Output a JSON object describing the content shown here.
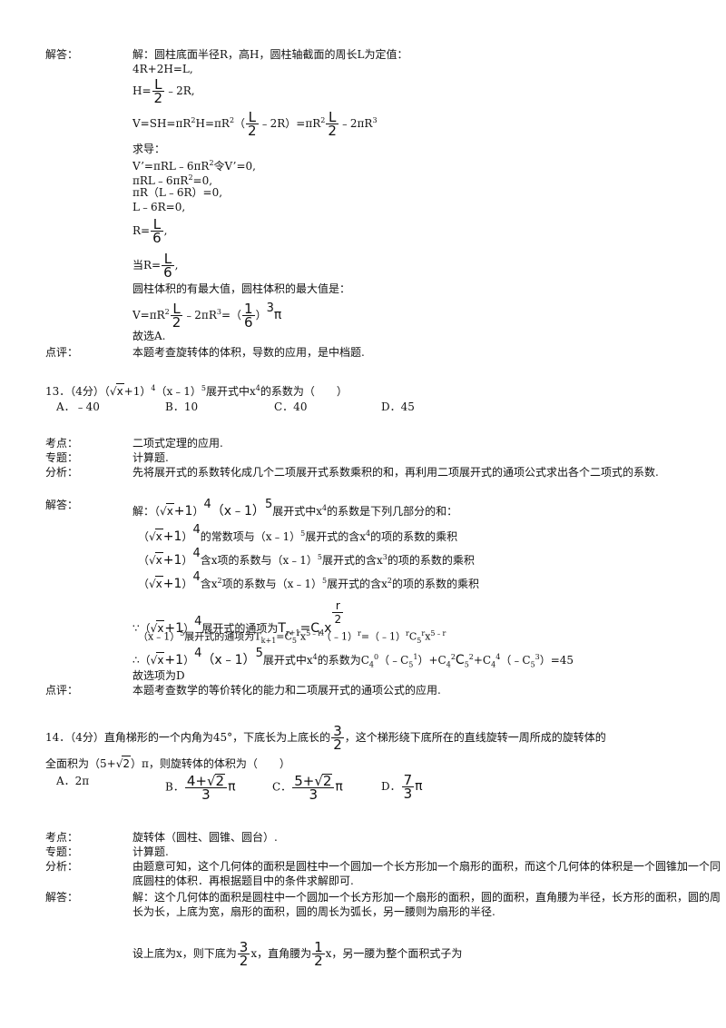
{
  "labels": {
    "answer": "解答：",
    "comment": "点评：",
    "point": "考点：",
    "topic": "专题：",
    "analysis": "分析："
  },
  "q12": {
    "l1": "解：圆柱底面半径R，高H，圆柱轴截面的周长L为定值：",
    "l2": "4R+2H=L,",
    "h_pre": "H=",
    "h_post": "﹣2R,",
    "v_a": "V=SH=πR",
    "v_b": "H=πR",
    "v_c": "（",
    "v_d": "﹣2R）=πR",
    "v_e": "﹣2πR",
    "seek": "求导：",
    "d1": "V’=πRL﹣6πR",
    "d1b": "令V’=0,",
    "d2": "πRL﹣6πR",
    "d2b": "=0,",
    "d3": "πR（L﹣6R）=0,",
    "d4": "L﹣6R=0,",
    "r_pre": "R=",
    "r2_pre": "当R=",
    "max": "圆柱体积的有最大值，圆柱体积的最大值是：",
    "vmax_a": "V=πR",
    "vmax_b": "﹣2πR",
    "vmax_c": "=（",
    "vmax_d": "）",
    "pi": "π",
    "choose": "故选A.",
    "comment": "本题考查旋转体的体积，导数的应用，是中档题.",
    "frac_L": "L",
    "frac_2": "2",
    "frac_1": "1",
    "frac_6": "6",
    "exp2": "2",
    "exp3": "3"
  },
  "q13": {
    "head_a": "13．（4分）（",
    "head_b": "x",
    "head_c": "+1）",
    "head_d": "（x﹣1）",
    "head_e": "展开式中x",
    "head_f": "的系数为（　　）",
    "opts": [
      "A．﹣40",
      "B．10",
      "C．40",
      "D．45"
    ],
    "point": "二项式定理的应用.",
    "topic": "计算题.",
    "analysis": "先将展开式的系数转化成几个二项展开式系数乘积的和，再利用二项展开式的通项公式求出各个二项式的系数.",
    "s1a": "解：",
    "s1b": "展开式中x",
    "s1c": "的系数是下列几部分的和：",
    "s2": "的常数项与（x﹣1）",
    "s2b": "展开式的含x",
    "s2c": "的项的系数的乘积",
    "s3": "含x项的系数与（x﹣1）",
    "s3b": "展开式的含x",
    "s3c": "的项的系数的乘积",
    "s4": "含x",
    "s4b": "项的系数与（x﹣1）",
    "s4c": "展开式的含x",
    "s4d": "的项的系数的乘积",
    "because": "∵",
    "gen": "展开式的通项为",
    "tr": "T",
    "tr_sub": "r+1",
    "tr_eq": "=C",
    "tr_c": "4",
    "tr_r": "r",
    "tr_x": "x",
    "s6": "（x﹣1）",
    "s6b": "展开式的通项为T",
    "s6c": "=C",
    "s6d": "x",
    "s6e": "（﹣1）",
    "s6f": "=（﹣1）",
    "s6g": "C",
    "therefore": "∴",
    "s7": "展开式中x",
    "s7b": "的系数为C",
    "s7c": "（﹣C",
    "s7d": "）+C",
    "s7e": "C",
    "s7f": "+C",
    "s7g": "（﹣C",
    "s7h": "）=45",
    "choose": "故选项为D",
    "comment": "本题考查数学的等价转化的能力和二项展开式的通项公式的应用.",
    "x": "x",
    "plus1": "+1",
    "four": "4",
    "five": "5",
    "xm1": "（x﹣1）",
    "lp": "（",
    "rp": "）"
  },
  "q14": {
    "head": "14．（4分）直角梯形的一个内角为45°，下底长为上底长的",
    "head_b": "，这个梯形绕下底所在的直线旋转一周所成的旋转体的",
    "line2a": "全面积为（5+",
    "line2b": "2",
    "line2c": "）π，则旋转体的体积为（　　）",
    "optA": "A．2π",
    "optB": "B．",
    "optC": "C．",
    "optD": "D．",
    "b_num": "4+",
    "c_num": "5+",
    "rad2": "2",
    "three": "3",
    "seven": "7",
    "pi": "π",
    "point": "旋转体（圆柱、圆锥、圆台）.",
    "topic": "计算题.",
    "analysis": "由题意可知，这个几何体的面积是圆柱中一个圆加一个长方形加一个扇形的面积，而这个几何体的体积是一个圆锥加一个同底圆柱的体积．再根据题目中的条件求解即可.",
    "ans": "解：这个几何体的面积是圆柱中一个圆加一个长方形加一个扇形的面积，圆的面积，直角腰为半径，长方形的面积，圆的周长为长，上底为宽，扇形的面积，圆的周长为弧长，另一腰则为扇形的半径.",
    "last_a": "设上底为x，则下底为",
    "last_b": "x，直角腰为",
    "last_c": "x，另一腰为整个面积式子为",
    "n3": "3",
    "n2": "2",
    "n1": "1"
  }
}
